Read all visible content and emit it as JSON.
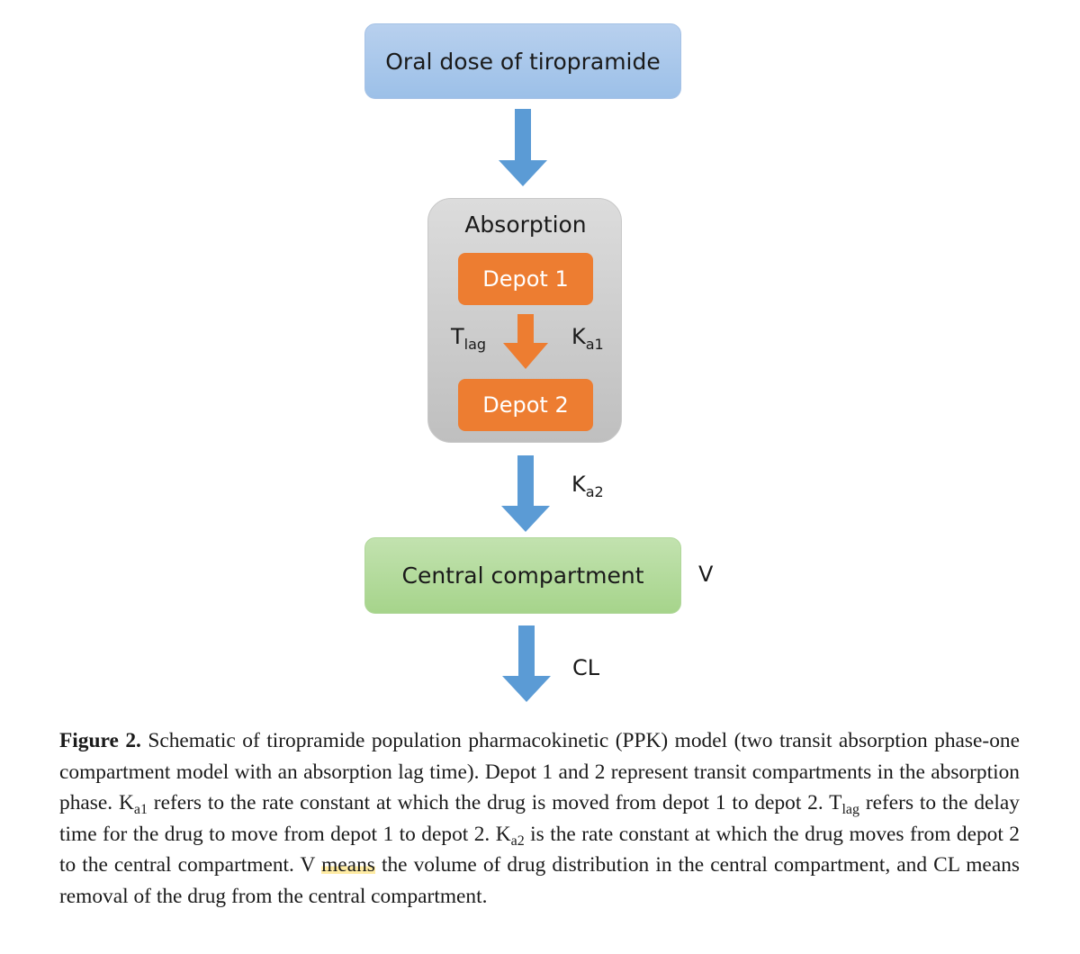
{
  "diagram": {
    "dose_label": "Oral dose of tiropramide",
    "absorption_title": "Absorption",
    "depot1_label": "Depot 1",
    "depot2_label": "Depot 2",
    "central_label": "Central compartment",
    "tlag": {
      "base": "T",
      "sub": "lag"
    },
    "ka1": {
      "base": "K",
      "sub": "a1"
    },
    "ka2": {
      "base": "K",
      "sub": "a2"
    },
    "v_label": "V",
    "cl_label": "CL",
    "colors": {
      "flow_arrow": "#5b9bd5",
      "depot_arrow": "#ed7d31",
      "dose_box": "#9cc0e8",
      "depot_box": "#ed7d31",
      "absorption_group": "#c9c9c9",
      "central_box": "#a6d48b"
    }
  },
  "caption": {
    "figure_label": "Figure 2.",
    "p1": " Schematic of tiropramide population pharmacokinetic (PPK) model (two transit absorption phase-one compartment model with an absorption lag time).  Depot 1 and 2 represent transit compartments in the absorption phase. K",
    "p1_sub": "a1",
    "p2": " refers to the rate constant at which the drug is moved from depot 1 to depot 2.  T",
    "p2_sub": "lag",
    "p3": " refers to the delay time for the drug to move from depot 1 to depot 2.  K",
    "p3_sub": "a2",
    "p4": " is the rate constant at which the drug moves from depot 2 to the central compartment. V ",
    "highlighted": "means",
    "p5": " the volume of drug distribution in the central compartment, and CL means removal of the drug from the central compartment."
  }
}
